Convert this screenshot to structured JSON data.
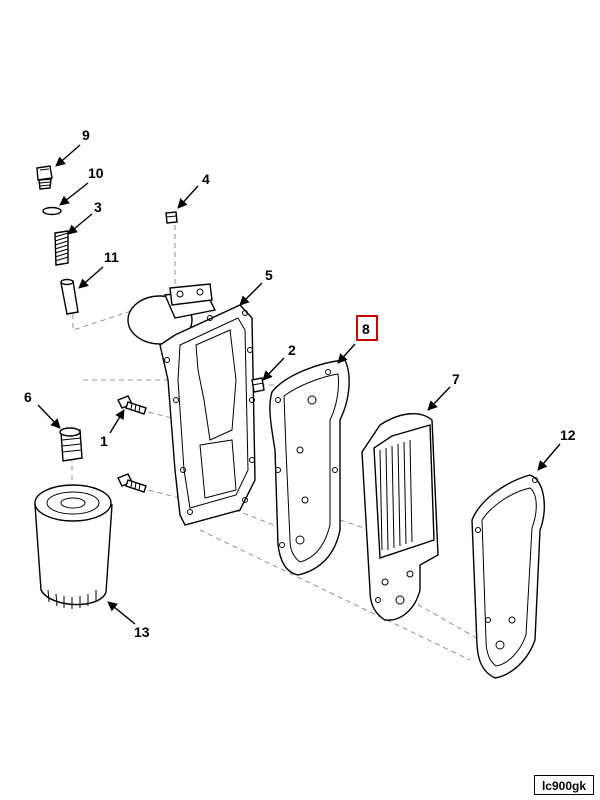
{
  "callouts": {
    "c1": "1",
    "c2": "2",
    "c3": "3",
    "c4": "4",
    "c5": "5",
    "c6": "6",
    "c7": "7",
    "c8": "8",
    "c9": "9",
    "c10": "10",
    "c11": "11",
    "c12": "12",
    "c13": "13"
  },
  "highlight": {
    "callout": "8",
    "color": "#cc0000"
  },
  "ref_code": "lc900gk"
}
